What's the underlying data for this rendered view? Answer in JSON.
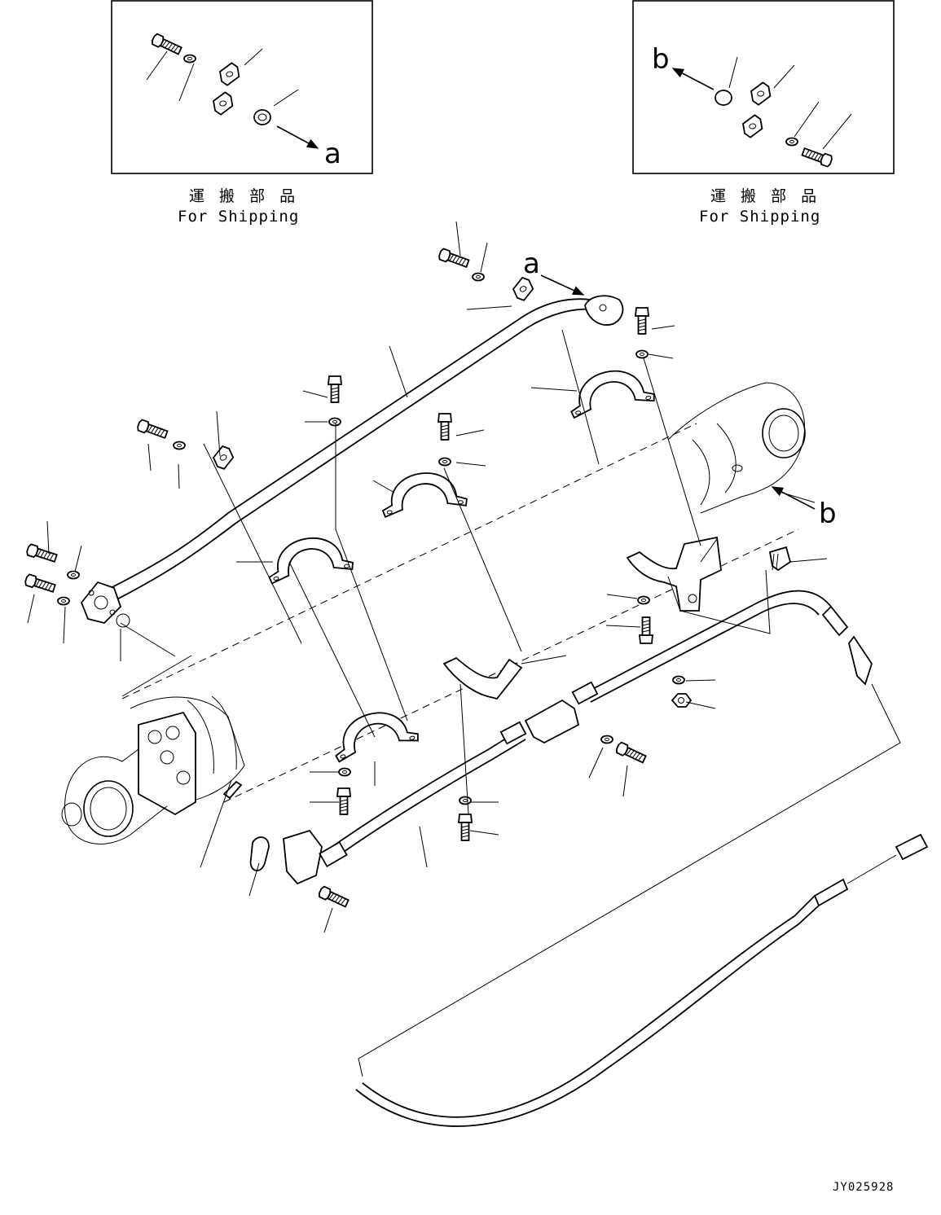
{
  "insets": {
    "left": {
      "caption_jp": "運 搬 部 品",
      "caption_en": "For Shipping",
      "arrow_label": "a"
    },
    "right": {
      "caption_jp": "運 搬 部 品",
      "caption_en": "For Shipping",
      "arrow_label": "b"
    }
  },
  "main": {
    "pointer_a": "a",
    "pointer_b": "b"
  },
  "drawing_code": "JY025928"
}
